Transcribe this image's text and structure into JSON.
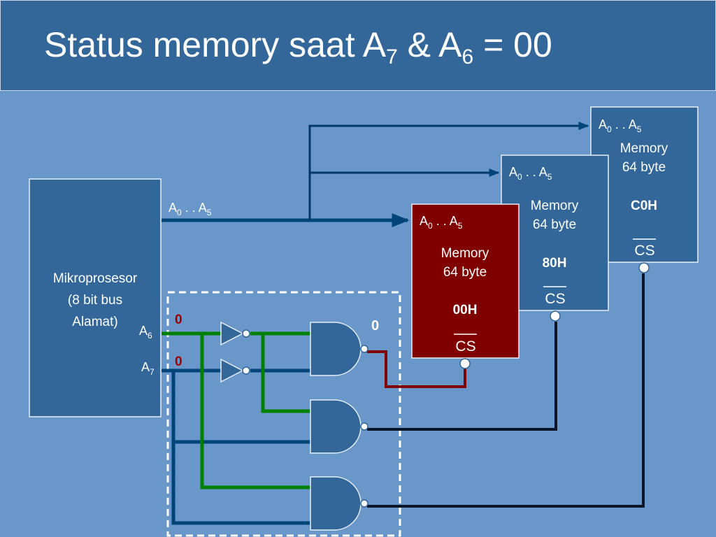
{
  "title": {
    "main": "Status memory saat A",
    "sub_a7": "7",
    "amp": " & A",
    "sub_a6": "6",
    "tail": " = 00"
  },
  "cpu": {
    "line1": "Mikroprosesor",
    "line2": "(8 bit bus",
    "line3": "Alamat)",
    "a6": "A",
    "a6_sub": "6",
    "a7": "A",
    "a7_sub": "7"
  },
  "bus": {
    "label_a": "A",
    "sub0": "0",
    "dots": " . . A",
    "sub5": "5"
  },
  "logic_values": {
    "a6": "0",
    "a7": "0",
    "gate1_out": "0"
  },
  "memories": [
    {
      "addr": "A",
      "sub0": "0",
      "dots": " . . A",
      "sub5": "5",
      "line1": "Memory",
      "line2": "64 byte",
      "base": "00H",
      "cs": "CS"
    },
    {
      "addr": "A",
      "sub0": "0",
      "dots": " . . A",
      "sub5": "5",
      "line1": "Memory",
      "line2": "64 byte",
      "base": "80H",
      "cs": "CS"
    },
    {
      "addr": "A",
      "sub0": "0",
      "dots": " . . A",
      "sub5": "5",
      "line1": "Memory",
      "line2": "64 byte",
      "base": "C0H",
      "cs": "CS"
    }
  ],
  "colors": {
    "background": "#6a97c9",
    "title_bar": "#336699",
    "box": "#336699",
    "active_memory": "#800000",
    "bus_line": "#00457a",
    "a6_line": "#008000",
    "active_output": "#800000",
    "output_line": "#0a1528"
  }
}
